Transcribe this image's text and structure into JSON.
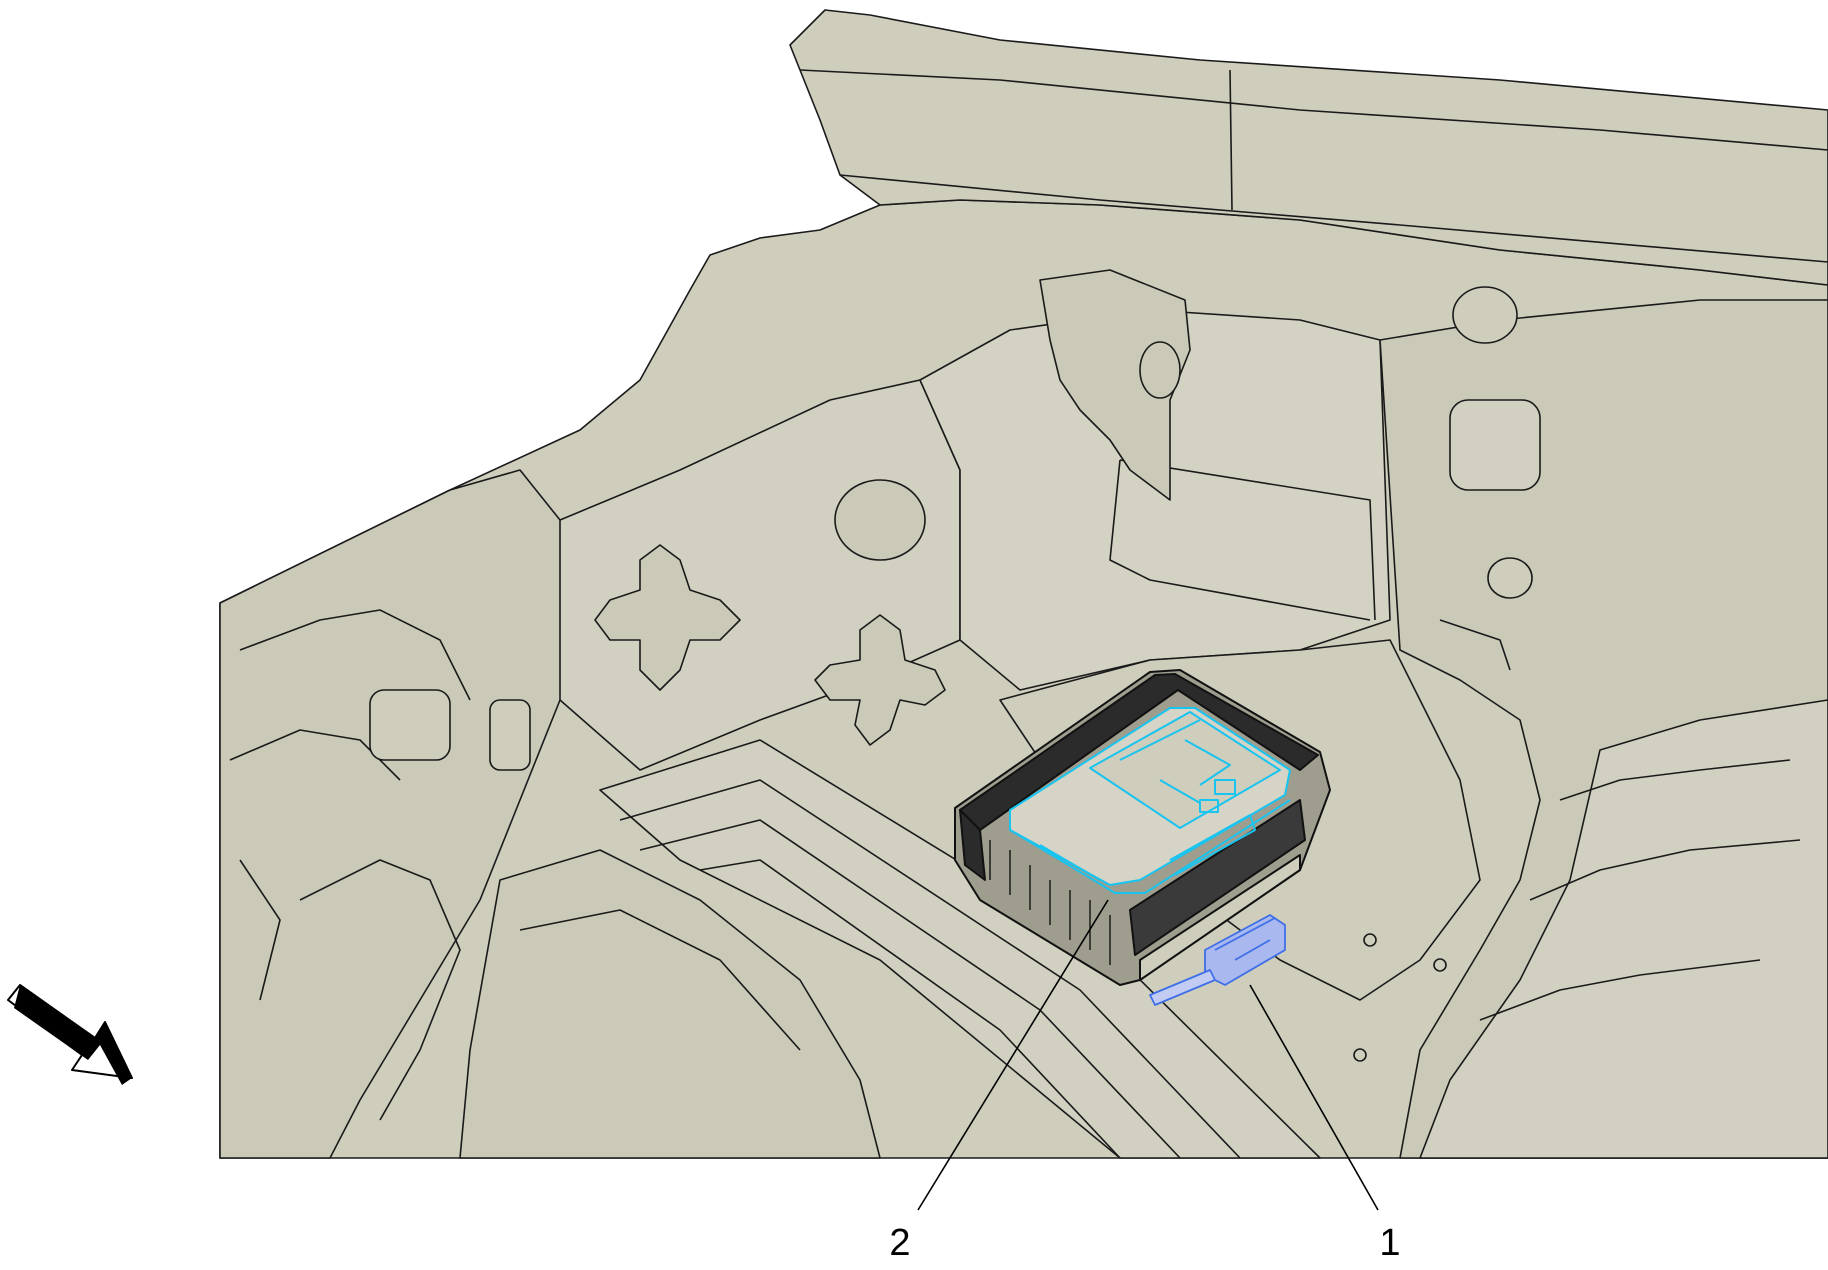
{
  "diagram": {
    "callouts": [
      {
        "id": "callout-1",
        "label": "1"
      },
      {
        "id": "callout-2",
        "label": "2"
      }
    ],
    "colors": {
      "body_fill": "#cfcdbc",
      "line": "#1a1a1a",
      "module_highlight": "#18c4f0",
      "connector_highlight": "#3f6fe8",
      "background": "#ffffff"
    },
    "icons": {
      "direction_arrow": "front-direction-arrow-icon"
    }
  }
}
